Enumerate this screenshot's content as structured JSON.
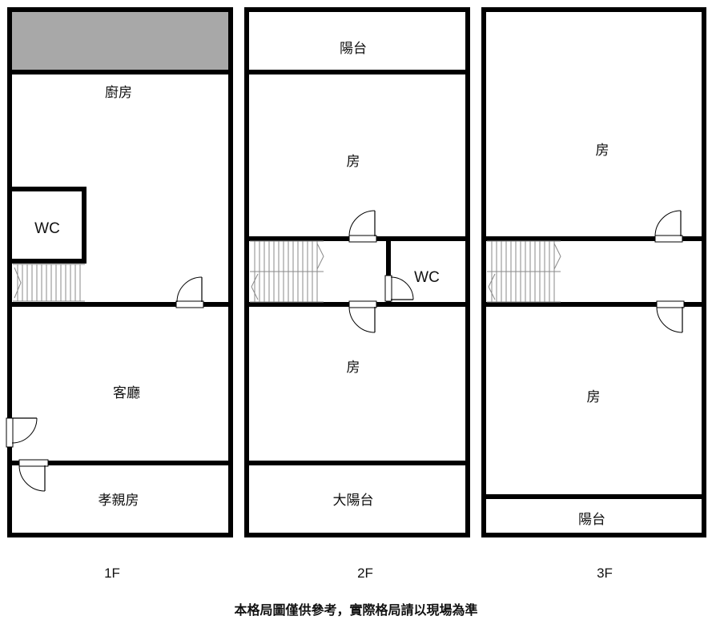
{
  "colors": {
    "wall": "#000000",
    "roof": "#a8a8a8",
    "stair": "#8a8a8a",
    "background": "#ffffff"
  },
  "floors": [
    {
      "label": "1F",
      "rooms": {
        "kitchen": "廚房",
        "wc": "WC",
        "living": "客廳",
        "elder": "孝親房"
      }
    },
    {
      "label": "2F",
      "rooms": {
        "balcony": "陽台",
        "room_upper": "房",
        "wc": "WC",
        "room_lower": "房",
        "big_balcony": "大陽台"
      }
    },
    {
      "label": "3F",
      "rooms": {
        "room_upper": "房",
        "room_lower": "房",
        "balcony": "陽台"
      }
    }
  ],
  "note": "本格局圖僅供參考，實際格局請以現場為準"
}
